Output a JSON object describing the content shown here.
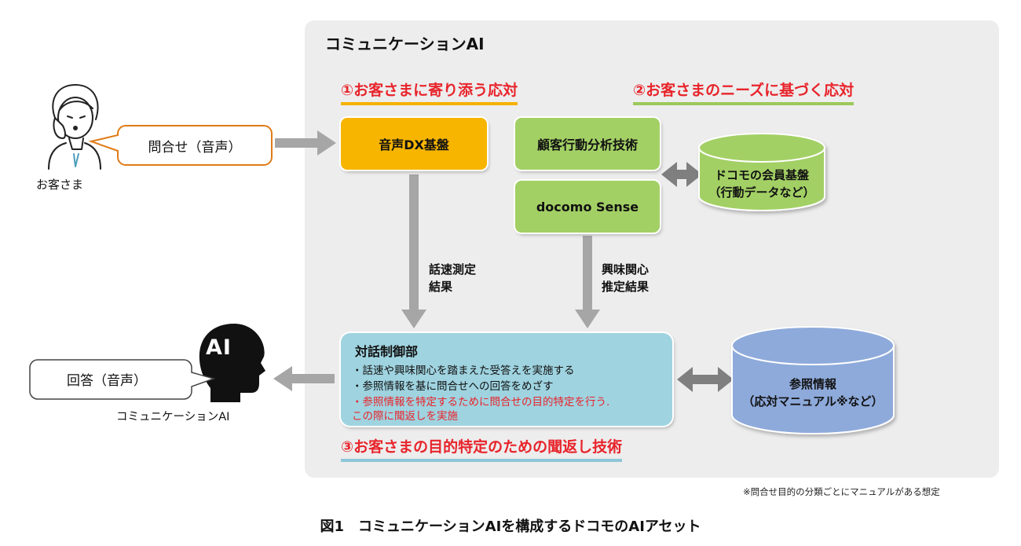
{
  "panel": {
    "title": "コミュニケーションAI"
  },
  "headings": {
    "h1": "①お客さまに寄り添う応対",
    "h2": "②お客さまのニーズに基づく応対",
    "h3": "③お客さまの目的特定のための聞返し技術"
  },
  "actors": {
    "customer_label": "お客さま",
    "ai_label": "コミュニケーションAI",
    "ai_head_text": "AI"
  },
  "bubbles": {
    "inquiry": "問合せ（音声）",
    "answer": "回答（音声）"
  },
  "nodes": {
    "voice_dx": "音声DX基盤",
    "behavior": "顧客行動分析技術",
    "sense": "docomo Sense"
  },
  "databases": {
    "member": [
      "ドコモの会員基盤",
      "（行動データなど）"
    ],
    "reference": [
      "参照情報",
      "（応対マニュアル※など）"
    ]
  },
  "labels": {
    "speed": [
      "話速測定",
      "結果"
    ],
    "interest": [
      "興味関心",
      "推定結果"
    ]
  },
  "dialogue": {
    "title": "対話制御部",
    "lines": [
      "・話速や興味関心を踏まえた受答えを実施する",
      "・参照情報を基に問合せへの回答をめざす",
      "・参照情報を特定するために問合せの目的特定を行う.",
      " この際に聞返しを実施"
    ]
  },
  "footnote": "※問合せ目的の分類ごとにマニュアルがある想定",
  "caption": "図1　コミュニケーションAIを構成するドコモのAIアセット",
  "colors": {
    "orange": "#f7b500",
    "green": "#a3d065",
    "cyan": "#9fd3e0",
    "blue_db": "#8eaadb",
    "red_text": "#e8242b",
    "arrow_gray": "#a6a6a6"
  }
}
